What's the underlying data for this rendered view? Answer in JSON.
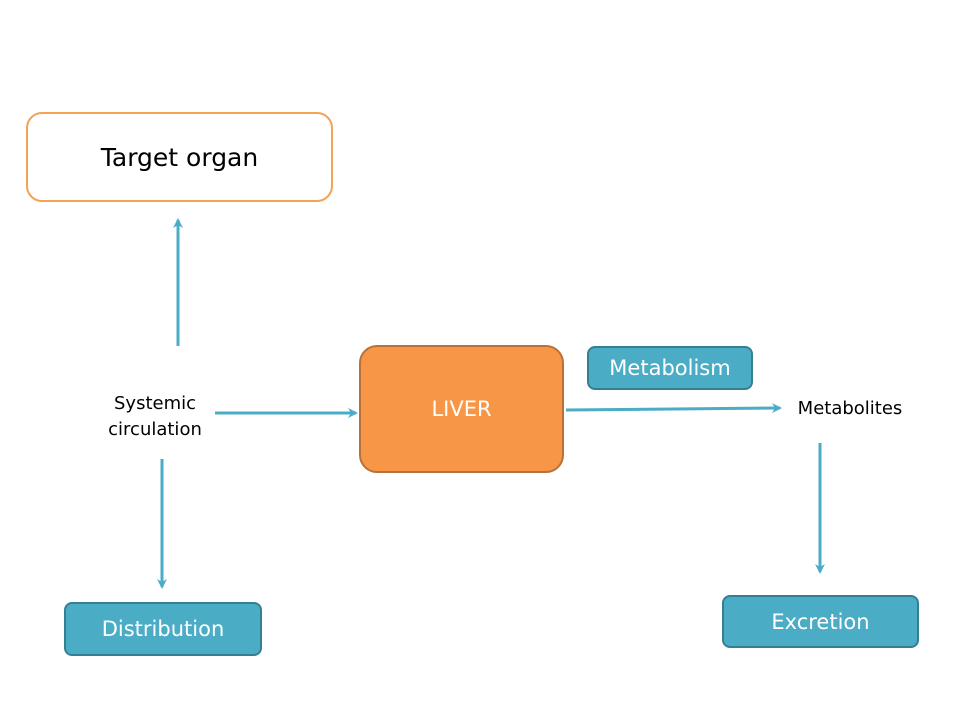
{
  "boxes": {
    "target_organ": "Target organ",
    "liver": "LIVER",
    "metabolism": "Metabolism",
    "distribution": "Distribution",
    "excretion": "Excretion"
  },
  "labels": {
    "systemic_line1": "Systemic",
    "systemic_line2": "circulation",
    "metabolites": "Metabolites"
  },
  "colors": {
    "arrow": "#4bacc6",
    "liver_fill": "#f79646",
    "target_border": "#f3a256",
    "teal_fill": "#4bacc6"
  }
}
